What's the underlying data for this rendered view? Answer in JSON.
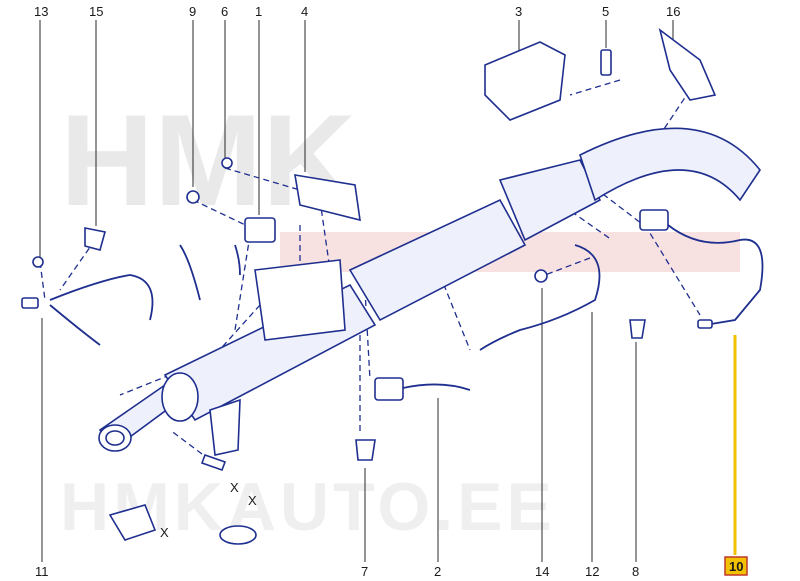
{
  "watermark": {
    "brand": "HMK",
    "site": "HMKAUTO.EE",
    "color": "#d8d8d8",
    "accent_color": "#e87070"
  },
  "callouts": [
    {
      "id": "c1",
      "label": "1"
    },
    {
      "id": "c2",
      "label": "2"
    },
    {
      "id": "c3",
      "label": "3"
    },
    {
      "id": "c4",
      "label": "4"
    },
    {
      "id": "c5",
      "label": "5"
    },
    {
      "id": "c6",
      "label": "6"
    },
    {
      "id": "c7",
      "label": "7"
    },
    {
      "id": "c8",
      "label": "8"
    },
    {
      "id": "c9",
      "label": "9"
    },
    {
      "id": "c10",
      "label": "10"
    },
    {
      "id": "c11",
      "label": "11"
    },
    {
      "id": "c12",
      "label": "12"
    },
    {
      "id": "c13",
      "label": "13"
    },
    {
      "id": "c14",
      "label": "14"
    },
    {
      "id": "c15",
      "label": "15"
    },
    {
      "id": "c16",
      "label": "16"
    }
  ],
  "highlight": {
    "label": "10",
    "box_color": "#f2c200",
    "border_color": "#c0392b",
    "leader_color": "#f2c200"
  },
  "view_marks": {
    "x1": "X",
    "x2": "X",
    "x3": "X"
  },
  "colors": {
    "line": "#1f2f8f",
    "fill_tint": "#eef0fb"
  }
}
